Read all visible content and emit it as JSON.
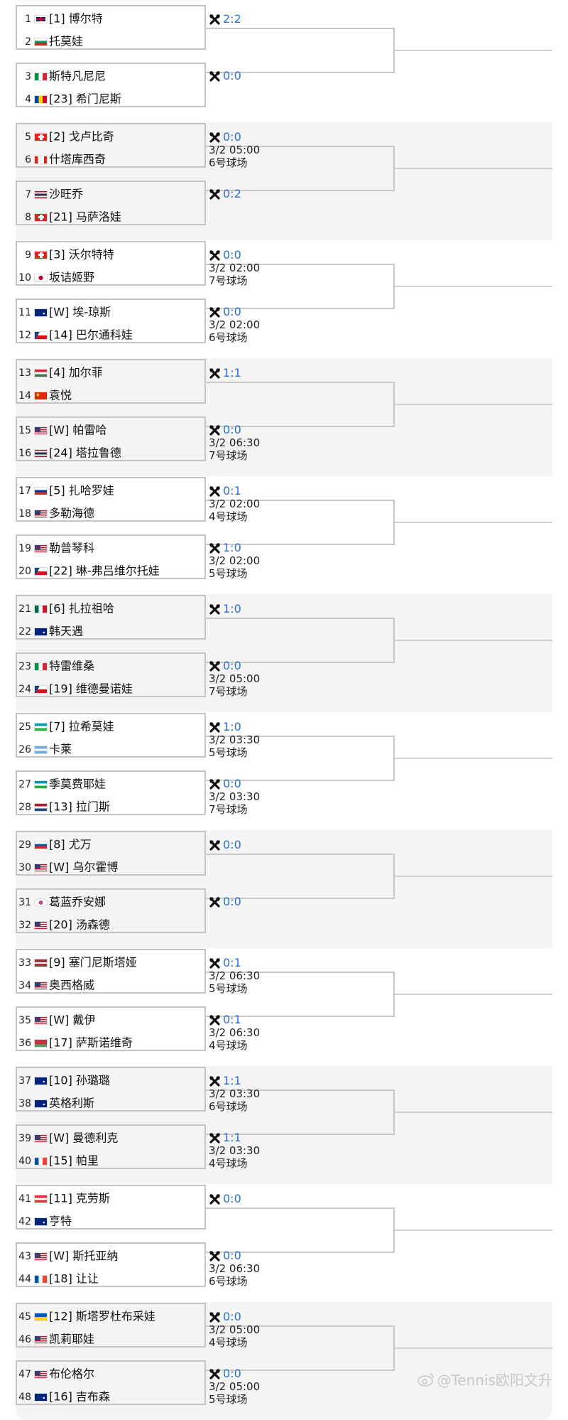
{
  "sections": [
    {
      "top": {
        "p1": {
          "num": "1",
          "flag": "gb",
          "name": "[1] 博尔特"
        },
        "p2": {
          "num": "2",
          "flag": "bg",
          "name": "托莫娃"
        }
      },
      "bot": {
        "p1": {
          "num": "3",
          "flag": "it",
          "name": "斯特凡尼尼"
        },
        "p2": {
          "num": "4",
          "flag": "md",
          "name": "[23] 希门尼斯"
        }
      },
      "m1": {
        "score": "2:2",
        "time": "",
        "court": ""
      },
      "m2": {
        "score": "0:0",
        "time": "",
        "court": ""
      }
    },
    {
      "top": {
        "p1": {
          "num": "5",
          "flag": "ch",
          "name": "[2] 戈卢比奇"
        },
        "p2": {
          "num": "6",
          "flag": "ca",
          "name": "什塔库西奇"
        }
      },
      "bot": {
        "p1": {
          "num": "7",
          "flag": "th",
          "name": "沙旺乔"
        },
        "p2": {
          "num": "8",
          "flag": "ch",
          "name": "[21] 马萨洛娃"
        }
      },
      "m1": {
        "score": "0:0",
        "time": "3/2 05:00",
        "court": "6号球场"
      },
      "m2": {
        "score": "0:2",
        "time": "",
        "court": ""
      }
    },
    {
      "top": {
        "p1": {
          "num": "9",
          "flag": "ch",
          "name": "[3] 沃尔特特"
        },
        "p2": {
          "num": "10",
          "flag": "jp",
          "name": "坂诘姬野"
        }
      },
      "bot": {
        "p1": {
          "num": "11",
          "flag": "au",
          "name": "[W] 埃-琼斯"
        },
        "p2": {
          "num": "12",
          "flag": "cz",
          "name": "[14] 巴尔通科娃"
        }
      },
      "m1": {
        "score": "0:0",
        "time": "3/2 02:00",
        "court": "7号球场"
      },
      "m2": {
        "score": "0:0",
        "time": "3/2 02:00",
        "court": "6号球场"
      }
    },
    {
      "top": {
        "p1": {
          "num": "13",
          "flag": "hu",
          "name": "[4] 加尔菲"
        },
        "p2": {
          "num": "14",
          "flag": "cn",
          "name": "袁悦"
        }
      },
      "bot": {
        "p1": {
          "num": "15",
          "flag": "us",
          "name": "[W] 帕雷哈"
        },
        "p2": {
          "num": "16",
          "flag": "th",
          "name": "[24] 塔拉鲁德"
        }
      },
      "m1": {
        "score": "1:1",
        "time": "",
        "court": ""
      },
      "m2": {
        "score": "0:0",
        "time": "3/2 06:30",
        "court": "7号球场"
      }
    },
    {
      "top": {
        "p1": {
          "num": "17",
          "flag": "ru",
          "name": "[5] 扎哈罗娃"
        },
        "p2": {
          "num": "18",
          "flag": "us",
          "name": "多勒海德"
        }
      },
      "bot": {
        "p1": {
          "num": "19",
          "flag": "us",
          "name": "勒普琴科"
        },
        "p2": {
          "num": "20",
          "flag": "cz",
          "name": "[22] 琳-弗吕维尔托娃"
        }
      },
      "m1": {
        "score": "0:1",
        "time": "3/2 02:00",
        "court": "4号球场"
      },
      "m2": {
        "score": "1:0",
        "time": "3/2 02:00",
        "court": "5号球场"
      }
    },
    {
      "top": {
        "p1": {
          "num": "21",
          "flag": "mx",
          "name": "[6] 扎拉祖哈"
        },
        "p2": {
          "num": "22",
          "flag": "au",
          "name": "韩天遇"
        }
      },
      "bot": {
        "p1": {
          "num": "23",
          "flag": "it",
          "name": "特雷维桑"
        },
        "p2": {
          "num": "24",
          "flag": "cz",
          "name": "[19] 维德曼诺娃"
        }
      },
      "m1": {
        "score": "1:0",
        "time": "",
        "court": ""
      },
      "m2": {
        "score": "0:0",
        "time": "3/2 05:00",
        "court": "7号球场"
      }
    },
    {
      "top": {
        "p1": {
          "num": "25",
          "flag": "uz",
          "name": "[7] 拉希莫娃"
        },
        "p2": {
          "num": "26",
          "flag": "ar",
          "name": "卡莱"
        }
      },
      "bot": {
        "p1": {
          "num": "27",
          "flag": "uz",
          "name": "季莫费耶娃"
        },
        "p2": {
          "num": "28",
          "flag": "nl",
          "name": "[13] 拉门斯"
        }
      },
      "m1": {
        "score": "1:0",
        "time": "3/2 03:30",
        "court": "5号球场"
      },
      "m2": {
        "score": "0:0",
        "time": "3/2 03:30",
        "court": "7号球场"
      }
    },
    {
      "top": {
        "p1": {
          "num": "29",
          "flag": "si",
          "name": "[8] 尤万"
        },
        "p2": {
          "num": "30",
          "flag": "us",
          "name": "[W] 乌尔霍博"
        }
      },
      "bot": {
        "p1": {
          "num": "31",
          "flag": "tpe",
          "name": "葛蓝乔安娜"
        },
        "p2": {
          "num": "32",
          "flag": "us",
          "name": "[20] 汤森德"
        }
      },
      "m1": {
        "score": "0:0",
        "time": "",
        "court": ""
      },
      "m2": {
        "score": "0:0",
        "time": "",
        "court": ""
      }
    },
    {
      "top": {
        "p1": {
          "num": "33",
          "flag": "lv",
          "name": "[9] 塞门尼斯塔娅"
        },
        "p2": {
          "num": "34",
          "flag": "us",
          "name": "奥西格威"
        }
      },
      "bot": {
        "p1": {
          "num": "35",
          "flag": "us",
          "name": "[W] 戴伊"
        },
        "p2": {
          "num": "36",
          "flag": "by",
          "name": "[17] 萨斯诺维奇"
        }
      },
      "m1": {
        "score": "0:1",
        "time": "3/2 06:30",
        "court": "5号球场"
      },
      "m2": {
        "score": "0:1",
        "time": "3/2 06:30",
        "court": "4号球场"
      }
    },
    {
      "top": {
        "p1": {
          "num": "37",
          "flag": "au",
          "name": "[10] 孙璐璐"
        },
        "p2": {
          "num": "38",
          "flag": "au",
          "name": "英格利斯"
        }
      },
      "bot": {
        "p1": {
          "num": "39",
          "flag": "us",
          "name": "[W] 曼德利克"
        },
        "p2": {
          "num": "40",
          "flag": "fr",
          "name": "[15] 帕里"
        }
      },
      "m1": {
        "score": "1:1",
        "time": "3/2 03:30",
        "court": "6号球场"
      },
      "m2": {
        "score": "1:1",
        "time": "3/2 03:30",
        "court": "4号球场"
      }
    },
    {
      "top": {
        "p1": {
          "num": "41",
          "flag": "at",
          "name": "[11] 克劳斯"
        },
        "p2": {
          "num": "42",
          "flag": "au",
          "name": "亨特"
        }
      },
      "bot": {
        "p1": {
          "num": "43",
          "flag": "us",
          "name": "[W] 斯托亚纳"
        },
        "p2": {
          "num": "44",
          "flag": "fr",
          "name": "[18] 让让"
        }
      },
      "m1": {
        "score": "0:0",
        "time": "",
        "court": ""
      },
      "m2": {
        "score": "0:0",
        "time": "3/2 06:30",
        "court": "6号球场"
      }
    },
    {
      "top": {
        "p1": {
          "num": "45",
          "flag": "ua",
          "name": "[12] 斯塔罗杜布采娃"
        },
        "p2": {
          "num": "46",
          "flag": "us",
          "name": "凯莉耶娃"
        }
      },
      "bot": {
        "p1": {
          "num": "47",
          "flag": "us",
          "name": "布伦格尔"
        },
        "p2": {
          "num": "48",
          "flag": "au",
          "name": "[16] 吉布森"
        }
      },
      "m1": {
        "score": "0:0",
        "time": "3/2 05:00",
        "court": "4号球场"
      },
      "m2": {
        "score": "0:0",
        "time": "3/2 05:00",
        "court": "5号球场"
      }
    }
  ],
  "watermark": "@Tennis欧阳文升",
  "colors": {
    "score": "#2d6fd0",
    "border": "#c4c4c4",
    "alt_bg": "#f4f4f4"
  }
}
